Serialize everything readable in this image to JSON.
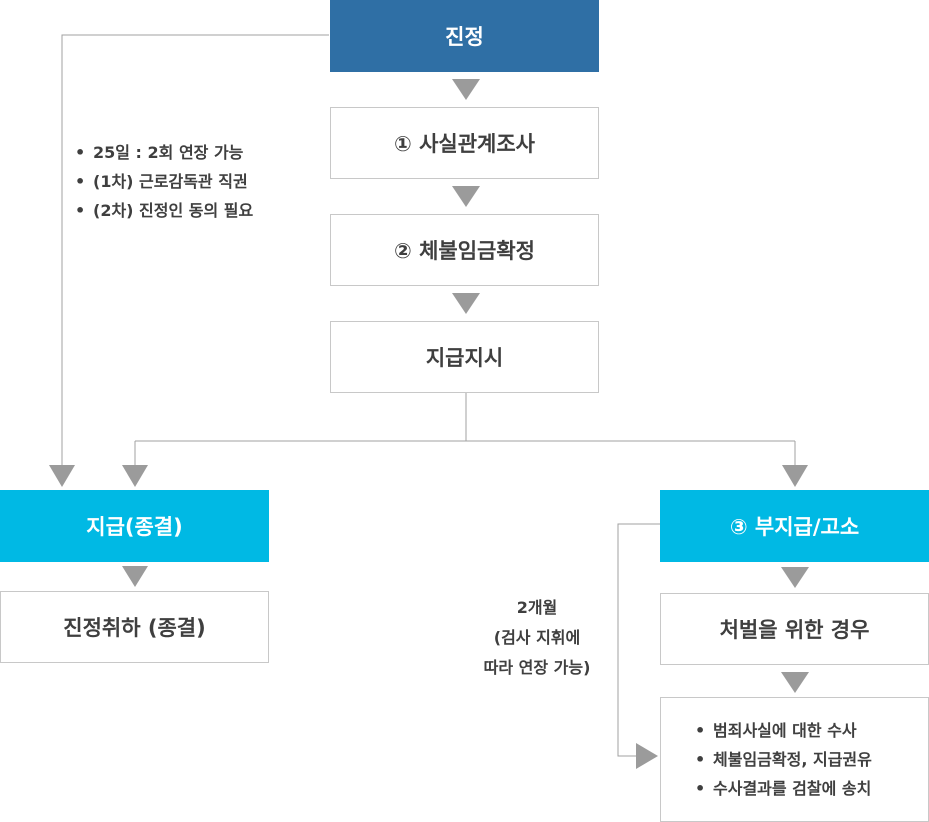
{
  "nodes": {
    "petition": "진정",
    "step1": "① 사실관계조사",
    "step2": "② 체불임금확정",
    "order": "지급지시",
    "paid": "지급(종결)",
    "withdraw": "진정취하 (종결)",
    "unpaid": "③ 부지급/고소",
    "punish": "처벌을 위한 경우"
  },
  "left_notes": [
    "25일 : 2회 연장 가능",
    "(1차) 근로감독관 직권",
    "(2차) 진정인 동의 필요"
  ],
  "right_note": {
    "line1": "2개월",
    "line2": "(검사 지휘에",
    "line3": "따라 연장 가능)"
  },
  "final_list": [
    "범죄사실에 대한 수사",
    "체불임금확정, 지급권유",
    "수사결과를 검찰에 송치"
  ],
  "colors": {
    "header_dark": "#2f6fa5",
    "header_cyan": "#00b9e4",
    "box_border": "#c8c8c8",
    "line": "#a0a0a0",
    "arrow": "#9b9b9b",
    "text": "#3f3f3f"
  }
}
